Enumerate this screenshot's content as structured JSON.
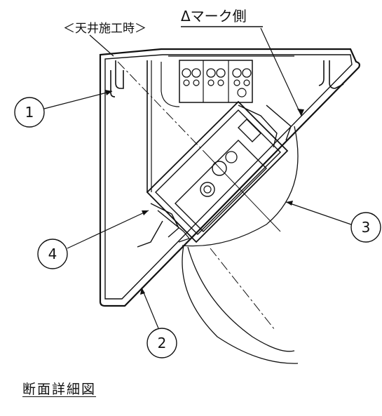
{
  "labels": {
    "ceiling_note": "＜天井施工時＞",
    "mark_side": "Δマーク側",
    "caption": "断面詳細図"
  },
  "callouts": [
    {
      "id": "1",
      "label": "1"
    },
    {
      "id": "2",
      "label": "2"
    },
    {
      "id": "3",
      "label": "3"
    },
    {
      "id": "4",
      "label": "4"
    }
  ]
}
